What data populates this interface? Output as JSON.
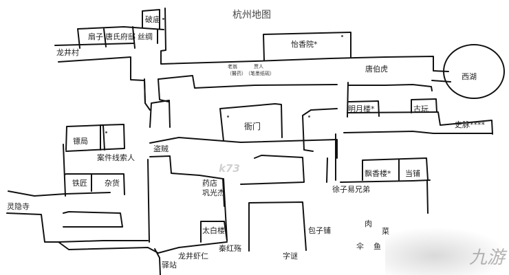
{
  "title": "杭州地图",
  "locations": {
    "po_miao": "破庙",
    "shan_zi": "扇子",
    "tang_fu": "唐氏府邸",
    "si_chou": "丝绸",
    "longjing_cun": "龙井村",
    "lao_weng": "老翁",
    "lao_weng_note": "（醫药）",
    "jia_ren": "贾人",
    "jia_ren_note": "（笔墨纸砚）",
    "yi_xiang_yuan": "怡香院*",
    "tang_bo_hu": "唐伯虎",
    "xi_hu": "西湖",
    "ming_yue_lou": "明月楼*",
    "gu_wan": "古玩",
    "shi": "史脉****",
    "ya_men": "衙门",
    "biao_ju": "镖局",
    "dao_zei": "盗贼",
    "an_jian": "案件线索人",
    "tie_jiang": "铁匠",
    "za_huo": "杂货",
    "ling_yin_si": "灵隐寺",
    "yao_dian": "药店",
    "gong_guang_jie": "巩光杰",
    "tai_bai_lou": "太白楼",
    "qin_hong_xu": "秦红殇",
    "longjing_xia_ren": "龙井虾仁",
    "yi_zhan": "驿站",
    "piao_xiang_lou": "飘香楼*",
    "dang_pu": "当铺",
    "xu_zi_yi": "徐子易兄弟",
    "bao_zi_pu": "包子铺",
    "zi_mi": "字谜",
    "rou": "肉",
    "cai": "菜",
    "san": "伞",
    "yu": "鱼"
  },
  "watermarks": {
    "k73": "k73",
    "jiuyou": "九游"
  }
}
